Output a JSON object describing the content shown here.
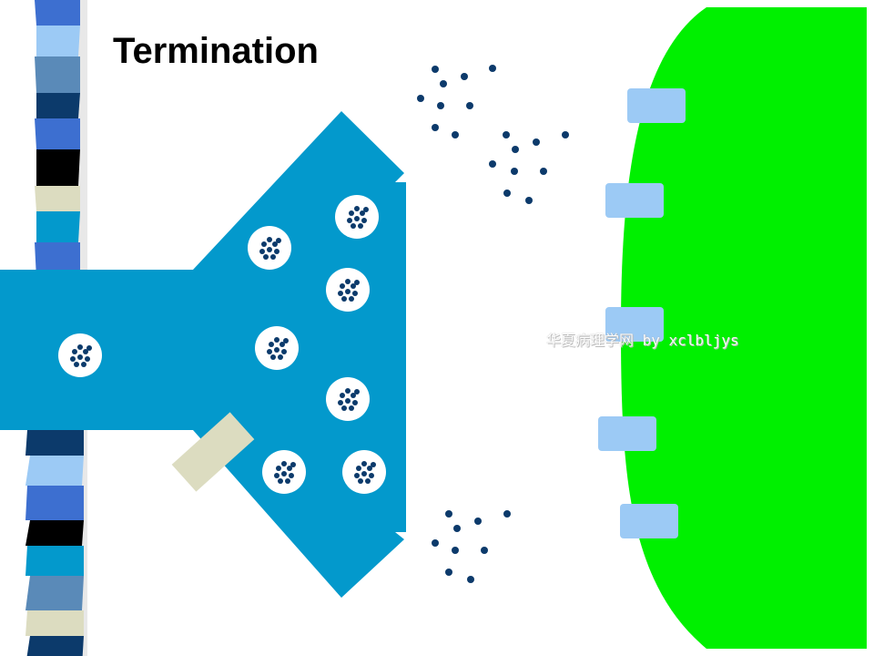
{
  "slide": {
    "title": "Termination",
    "watermark": "华夏病理学网 by xclbljys"
  },
  "colors": {
    "axon": "#0399cc",
    "vesicle_fill": "#ffffff",
    "dot": "#0c3a6b",
    "postsynaptic": "#00f000",
    "receptor": "#9ccaf5",
    "enzyme": "#dcdcc0",
    "stripes": [
      "#0c3a6b",
      "#3d6fd0",
      "#5a8ab8",
      "#dcdcc0",
      "#0399cc",
      "#9ccaf5",
      "#000000",
      "#4d8fd4"
    ]
  },
  "icons": {
    "vesicle": "vesicle-icon",
    "receptor": "receptor-icon",
    "enzyme": "enzyme-icon",
    "neurotransmitter": "neurotransmitter-dot"
  }
}
